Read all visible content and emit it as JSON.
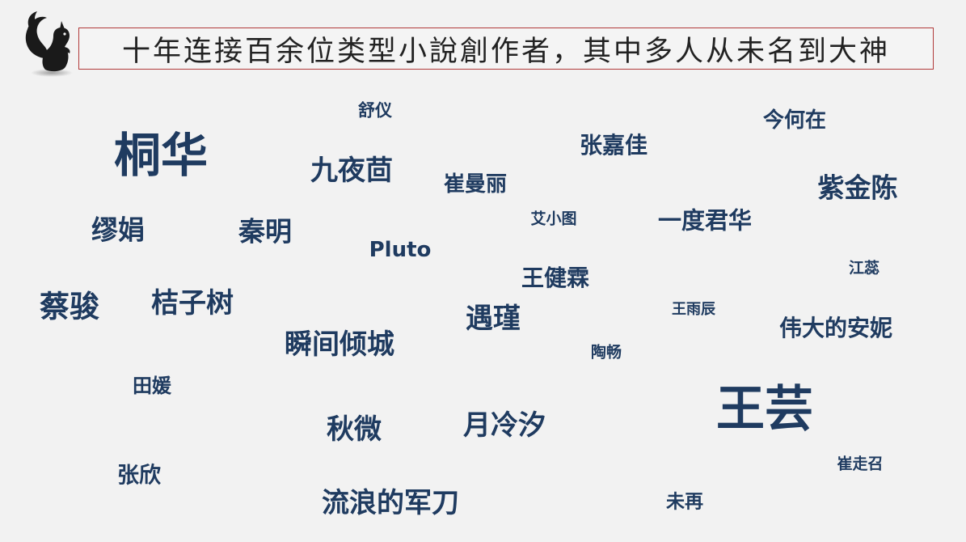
{
  "title": "十年连接百余位类型小說創作者，其中多人从未名到大神",
  "logo": {
    "icon": "squirrel-icon"
  },
  "colors": {
    "background": "#f2f2f2",
    "word": "#1f3b60",
    "title_border": "#b13a3a",
    "title_text": "#222222"
  },
  "words": [
    "舒仪",
    "桐华",
    "九夜茴",
    "张嘉佳",
    "今何在",
    "崔曼丽",
    "紫金陈",
    "缪娟",
    "秦明",
    "艾小图",
    "一度君华",
    "Pluto",
    "江蕊",
    "王健霖",
    "蔡骏",
    "桔子树",
    "遇瑾",
    "王雨辰",
    "伟大的安妮",
    "瞬间倾城",
    "陶畅",
    "田媛",
    "王芸",
    "秋微",
    "月冷汐",
    "崔走召",
    "张欣",
    "流浪的军刀",
    "未再"
  ]
}
